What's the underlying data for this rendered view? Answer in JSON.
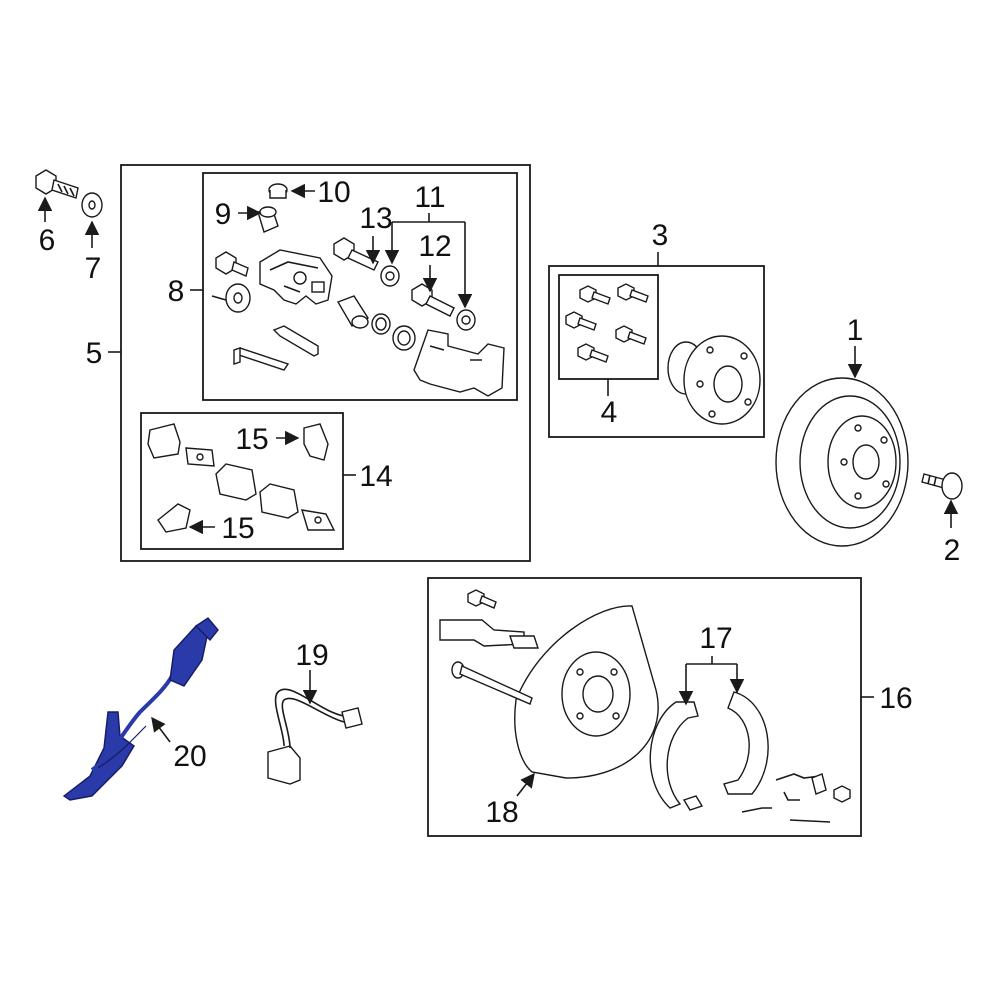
{
  "callouts": {
    "c1": "1",
    "c2": "2",
    "c3": "3",
    "c4": "4",
    "c5": "5",
    "c6": "6",
    "c7": "7",
    "c8": "8",
    "c9": "9",
    "c10": "10",
    "c11": "11",
    "c12": "12",
    "c13": "13",
    "c14": "14",
    "c15a": "15",
    "c15b": "15",
    "c16": "16",
    "c17": "17",
    "c18": "18",
    "c19": "19",
    "c20": "20"
  },
  "colors": {
    "line": "#1a1a1a",
    "highlight": "#2a3aa8",
    "background": "#ffffff"
  },
  "icons": {
    "brake_disc": "rotor",
    "hub": "wheel-hub-bearing",
    "caliper": "brake-caliper",
    "pads": "brake-pads",
    "backing_plate": "dust-shield",
    "shoes": "parking-brake-shoes",
    "hose": "brake-hose",
    "sensor": "abs-sensor"
  }
}
